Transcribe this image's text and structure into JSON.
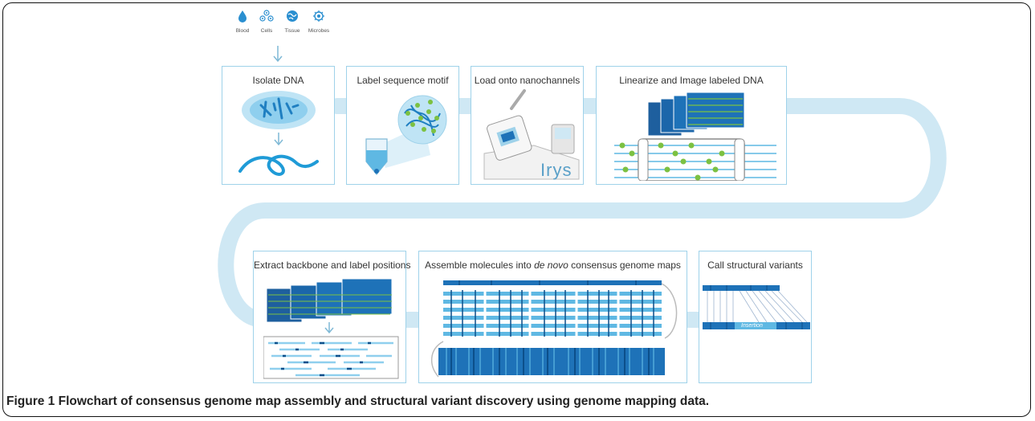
{
  "sources": [
    {
      "label": "Blood",
      "icon": "blood-drop-icon"
    },
    {
      "label": "Cells",
      "icon": "cells-icon"
    },
    {
      "label": "Tissue",
      "icon": "tissue-icon"
    },
    {
      "label": "Microbes",
      "icon": "microbe-icon"
    }
  ],
  "steps": {
    "isolate": "Isolate DNA",
    "label": "Label sequence motif",
    "load": "Load onto nanochannels",
    "linearize": "Linearize and Image labeled DNA",
    "extract": "Extract backbone and label positions",
    "assemble_prefix": "Assemble molecules into ",
    "assemble_italic": "de novo",
    "assemble_suffix": " consensus genome maps",
    "call": "Call structural variants"
  },
  "instrument_label": "Irys",
  "insertion_label": "Insertion",
  "caption": {
    "prefix": "Figure 1",
    "text": " Flowchart of consensus genome map assembly and structural variant discovery using genome mapping data."
  },
  "colors": {
    "pipe": "#cfe8f4",
    "box_border": "#9fd2ea",
    "label_dot": "#7cc142",
    "map_blue": "#1e72b8",
    "dark_blue": "#0c4f8a",
    "light_blue": "#5fb8e3"
  }
}
